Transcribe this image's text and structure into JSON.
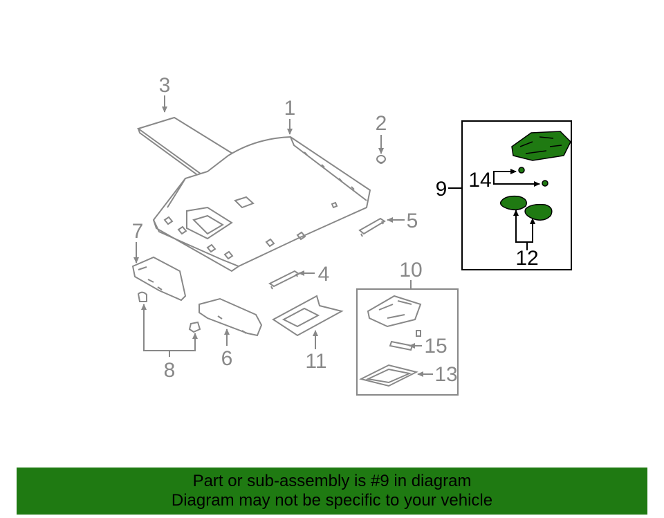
{
  "diagram": {
    "callouts": {
      "c1": "1",
      "c2": "2",
      "c3": "3",
      "c4": "4",
      "c5": "5",
      "c6": "6",
      "c7": "7",
      "c8": "8",
      "c9": "9",
      "c10": "10",
      "c11": "11",
      "c12": "12",
      "c13": "13",
      "c14": "14",
      "c15": "15"
    },
    "colors": {
      "part_line": "#888888",
      "highlight_fill": "#1f7a12",
      "highlight_line": "#000000"
    }
  },
  "footer": {
    "line1": "Part or sub-assembly is #9 in diagram",
    "line2": "Diagram may not be specific to your vehicle",
    "background": "#1f7a12"
  }
}
